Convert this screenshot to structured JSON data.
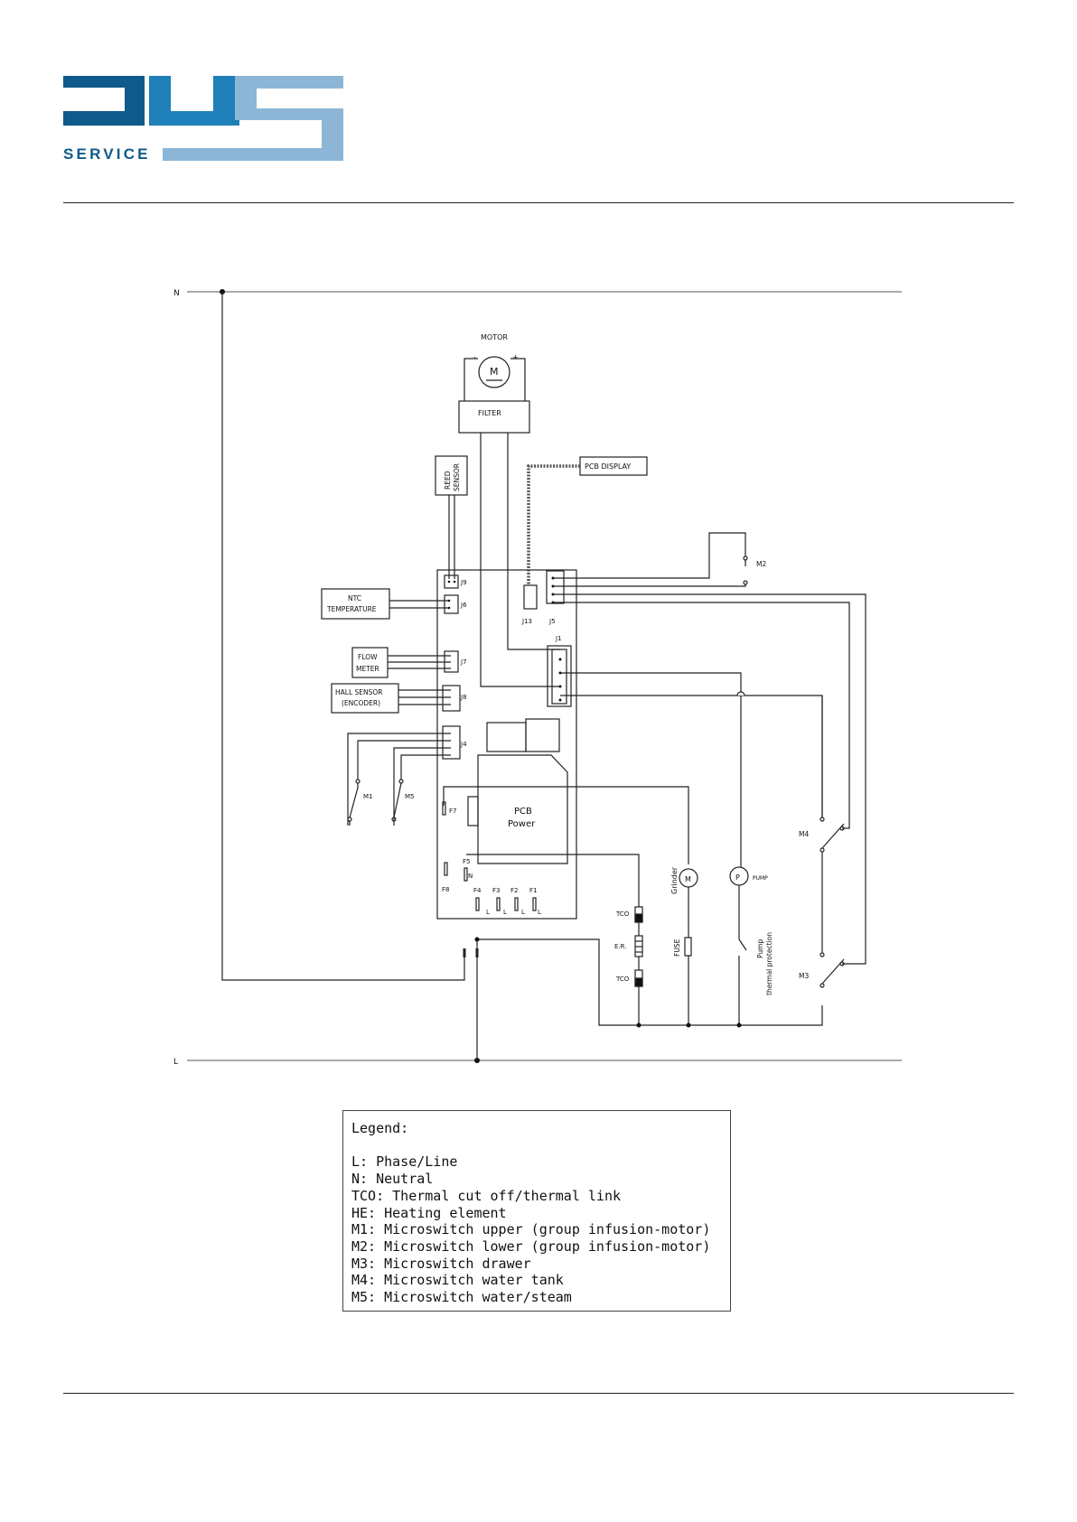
{
  "logo": {
    "text": "SERVICE",
    "colors": {
      "dark": "#0e5a8a",
      "mid": "#1f7fb8",
      "light": "#8db6d6"
    }
  },
  "diagram": {
    "lines": {
      "neutral": "N",
      "phase": "L"
    },
    "motor": {
      "title": "MOTOR",
      "symbol": "M",
      "minus": "-",
      "plus": "+"
    },
    "filter": "FILTER",
    "reed_sensor": [
      "REED",
      "SENSOR"
    ],
    "pcb_display": "PCB DISPLAY",
    "ntc": [
      "NTC",
      "TEMPERATURE"
    ],
    "flow_meter": [
      "FLOW",
      "METER"
    ],
    "hall_sensor": [
      "HALL SENSOR",
      "(ENCODER)"
    ],
    "connectors": {
      "j9": "J9",
      "j6": "J6",
      "j7": "J7",
      "j8": "J8",
      "j4": "J4",
      "j13": "J13",
      "j5": "J5",
      "j1": "J1"
    },
    "switches": {
      "m1": "M1",
      "m2": "M2",
      "m3": "M3",
      "m4": "M4",
      "m5": "M5"
    },
    "pcb_power": [
      "PCB",
      "Power"
    ],
    "fuses": {
      "f1": "F1",
      "f2": "F2",
      "f3": "F3",
      "f4": "F4",
      "f5": "F5",
      "f7": "F7",
      "f8": "F8"
    },
    "terminal_letters": {
      "n": "N",
      "l": "L"
    },
    "tco": "TCO",
    "er": "E.R.",
    "grinder": {
      "label": "Grinder",
      "symbol": "M"
    },
    "fuse": "FUSE",
    "pump": {
      "symbol": "P",
      "label": "PUMP",
      "thermal": [
        "Pump",
        "thermal protection"
      ]
    }
  },
  "legend": {
    "title": "Legend:",
    "items": [
      "L: Phase/Line",
      "N: Neutral",
      "TCO: Thermal cut off/thermal link",
      "HE: Heating element",
      "M1: Microswitch upper (group infusion-motor)",
      "M2: Microswitch lower (group infusion-motor)",
      "M3: Microswitch drawer",
      "M4: Microswitch water tank",
      "M5: Microswitch water/steam"
    ]
  }
}
